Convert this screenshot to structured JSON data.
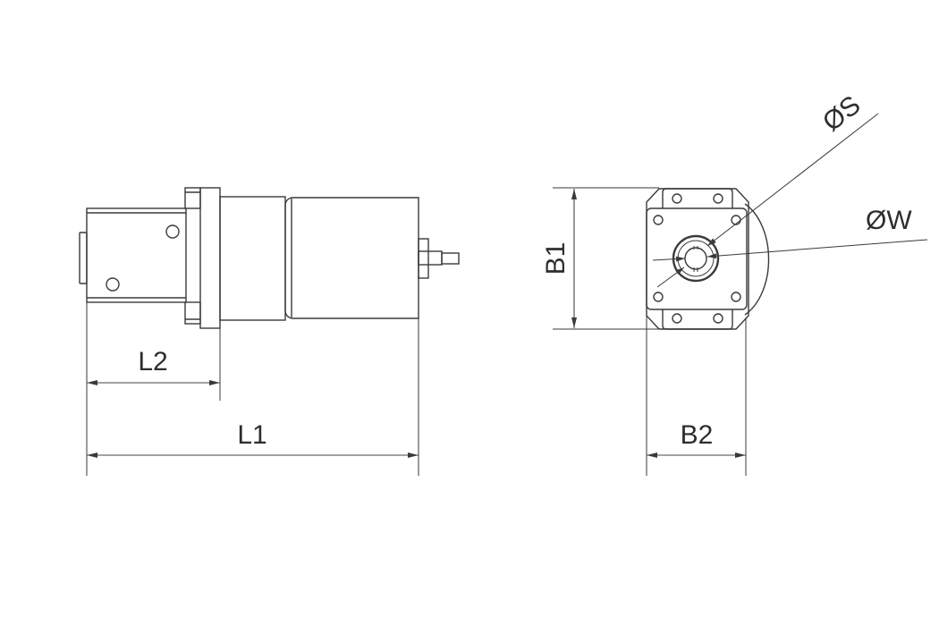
{
  "drawing": {
    "side_view": {
      "dimensions": {
        "L1": "L1",
        "L2": "L2"
      }
    },
    "front_view": {
      "dimensions": {
        "B1": "B1",
        "B2": "B2",
        "S": "ØS",
        "W": "ØW"
      }
    }
  },
  "colors": {
    "line": "#3a3a3a",
    "background": "#ffffff"
  }
}
